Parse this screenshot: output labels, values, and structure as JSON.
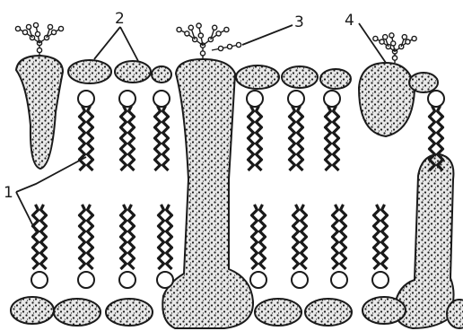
{
  "diagram": {
    "labels": {
      "lipid": "1",
      "peripheral_protein": "2",
      "glycoprotein": "3",
      "glycolipid": "4"
    },
    "colors": {
      "ink": "#1a1a1a",
      "protein_fill": "#e6e6e6",
      "background": "#ffffff"
    }
  }
}
